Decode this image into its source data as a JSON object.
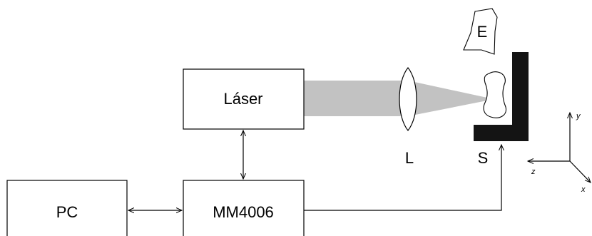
{
  "blocks": {
    "laser": "Láser",
    "pc": "PC",
    "controller": "MM4006"
  },
  "labels": {
    "lens": "L",
    "stage": "S",
    "element": "E"
  },
  "axes": {
    "x": "x",
    "y": "y",
    "z": "z"
  },
  "colors": {
    "beam": "#c2c2c2",
    "stage": "#141414",
    "line": "#000000"
  }
}
